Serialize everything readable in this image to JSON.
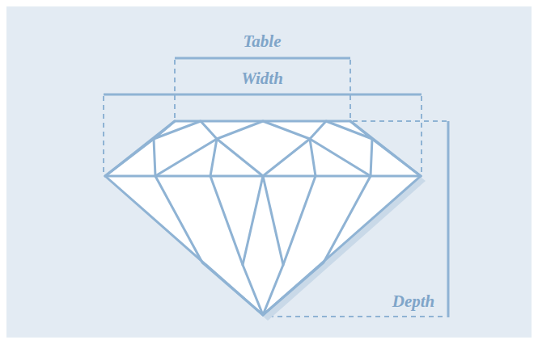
{
  "diagram": {
    "labels": [
      "Table",
      "Width",
      "Depth"
    ]
  }
}
